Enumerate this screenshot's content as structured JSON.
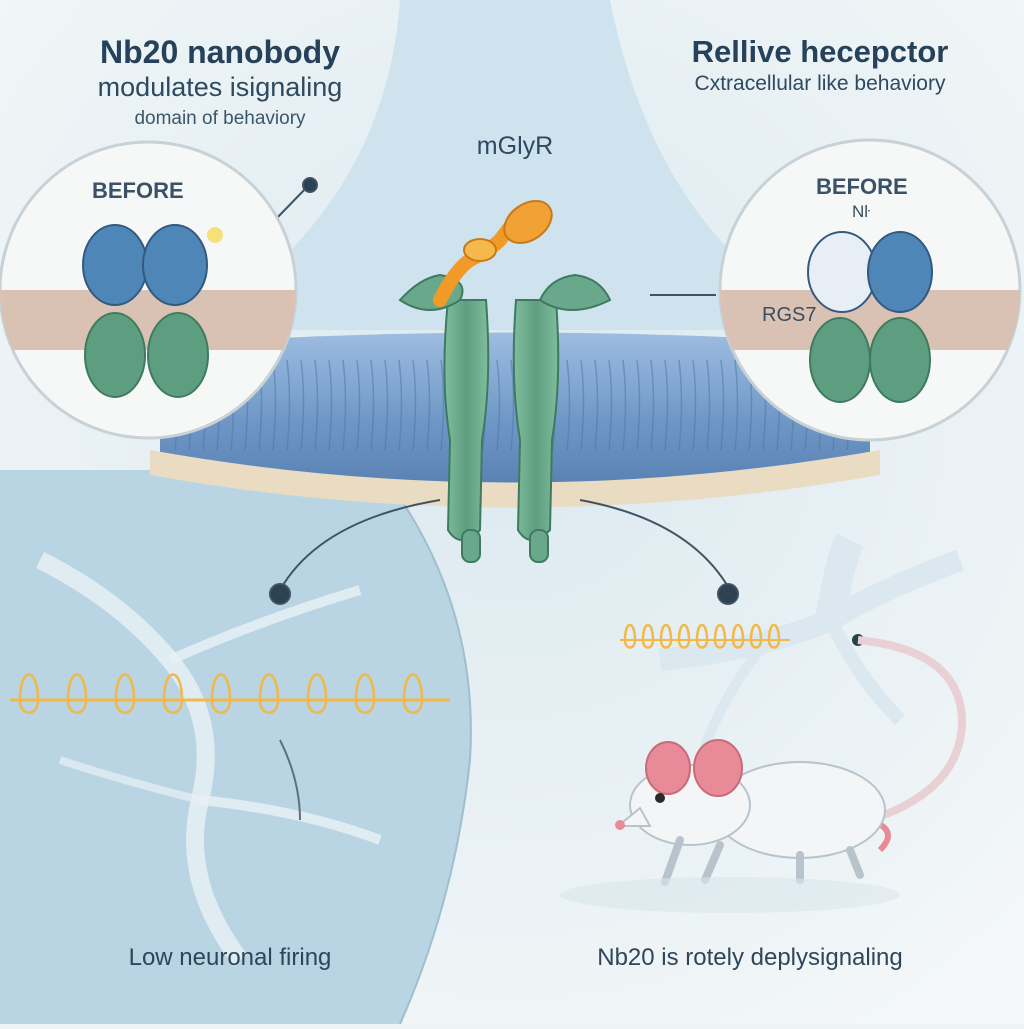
{
  "title_left": {
    "line1": "Nb20 nanobody",
    "line2": "modulates isignaling",
    "line3": "domain of behaviory"
  },
  "title_right": {
    "line1": "Rellive hecepctor",
    "line2": "Cxtracellular like behaviory"
  },
  "center": {
    "receptor_label": "mGlyR"
  },
  "inset_left": {
    "before_label": "BEFORE"
  },
  "inset_right": {
    "before_label": "BEFORE",
    "sub_label": "Nŀ",
    "rgs_label": "RGS7"
  },
  "bottom": {
    "left_caption": "Low neuronal firing",
    "right_caption": "Nb20 is rotely deplysignaling"
  },
  "colors": {
    "receptor_green": "#6aa88c",
    "nanobody_orange": "#f0a234",
    "membrane_blue": "#7fa7cf",
    "g_protein_blue": "#4f86b8",
    "spike_gold": "#f2b84a",
    "mouse_ear_pink": "#e98a99"
  },
  "icons": [
    "receptor-dimer",
    "nanobody",
    "neuron",
    "mouse",
    "action-potential-trace"
  ]
}
